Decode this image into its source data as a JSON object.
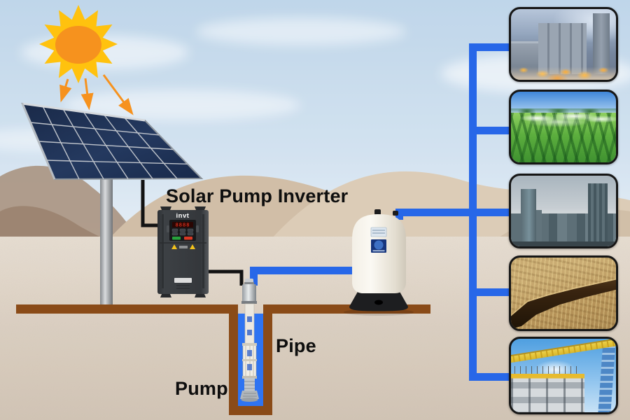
{
  "scene": {
    "labels": {
      "inverter": "Solar Pump Inverter",
      "pipe": "Pipe",
      "pump": "Pump"
    },
    "inverter": {
      "brand": "invt",
      "display_value": "8888"
    },
    "applications": [
      {
        "name": "industrial-plant"
      },
      {
        "name": "farmland-irrigation"
      },
      {
        "name": "city-buildings"
      },
      {
        "name": "drought-cracked-land"
      },
      {
        "name": "construction-site"
      }
    ],
    "colors": {
      "pipe_blue": "#2767e8",
      "water_blue": "#2e74f2",
      "ground_brown": "#8a4b18",
      "sun_orange": "#f6921e",
      "sun_yellow": "#ffc20e",
      "cable_black": "#121212",
      "panel_navy": "#203254"
    }
  }
}
